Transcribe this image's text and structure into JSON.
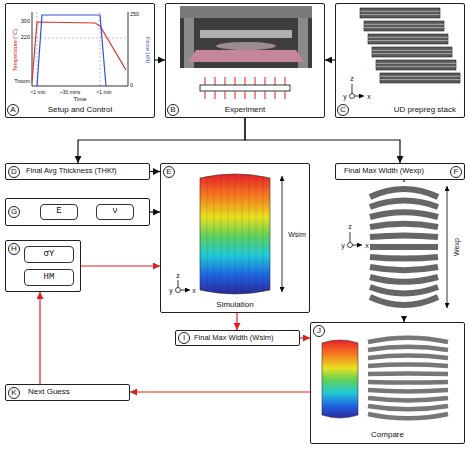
{
  "diagram": {
    "nodes": [
      {
        "text": [
          "Setup and Control"
        ]
      },
      {
        "text": [
          "A"
        ]
      },
      {
        "text": [
          "Experiment"
        ]
      },
      {
        "text": [
          "B"
        ]
      },
      {
        "text": [
          "UD prepreg stack"
        ]
      },
      {
        "text": [
          "C"
        ]
      },
      {
        "text": [
          "Final Avg Thickness (THKf)"
        ]
      },
      {
        "text": [
          "D"
        ]
      },
      {
        "text": [
          "Simulation"
        ]
      },
      {
        "text": [
          "E"
        ]
      },
      {
        "text": [
          "Final Max Width (Wexp)"
        ]
      },
      {
        "text": [
          "F"
        ]
      },
      {
        "text": []
      },
      {
        "text": [
          "G"
        ]
      },
      {
        "text": [
          "E"
        ],
        "in": 12
      },
      {
        "text": [
          "ν"
        ],
        "in": 12
      },
      {
        "text": []
      },
      {
        "text": [
          "H"
        ]
      },
      {
        "text": [
          "σY"
        ],
        "in": 16
      },
      {
        "text": [
          "HM"
        ],
        "in": 16
      },
      {
        "text": [
          "Final Max Width (Wsim)"
        ]
      },
      {
        "text": [
          "I"
        ]
      },
      {
        "text": [
          "Compare"
        ]
      },
      {
        "text": [
          "J"
        ]
      },
      {
        "text": [
          "Next Guess"
        ]
      },
      {
        "text": [
          "K"
        ]
      }
    ],
    "edges": [
      {
        "from": 0,
        "to": 2,
        "arrow": "to"
      },
      {
        "from": 4,
        "to": 2,
        "arrow": "to"
      },
      {
        "from": 2,
        "to": 6,
        "arrow": "to"
      },
      {
        "from": 2,
        "to": 10,
        "arrow": "to"
      },
      {
        "from": 6,
        "to": 8,
        "arrow": "to"
      },
      {
        "from": 12,
        "to": 8,
        "arrow": "to"
      },
      {
        "from": 16,
        "to": 8,
        "arrow": "to"
      },
      {
        "from": 8,
        "to": 20,
        "arrow": "to"
      },
      {
        "from": 20,
        "to": 22,
        "arrow": "to"
      },
      {
        "from": 10,
        "to": 22,
        "arrow": "to"
      },
      {
        "from": 22,
        "to": 24,
        "arrow": "to"
      },
      {
        "from": 24,
        "to": 16,
        "arrow": "to"
      }
    ],
    "labels": [
      "Temperature (°C)",
      "Force (kN)",
      "Time",
      "300",
      "220",
      "Troom",
      "250",
      "0",
      "<1 min",
      "~30 mins",
      "<1 min",
      "z",
      "y",
      "x",
      "Wsim",
      "z",
      "y",
      "x",
      "Wexp",
      "z",
      "y",
      "x"
    ]
  }
}
